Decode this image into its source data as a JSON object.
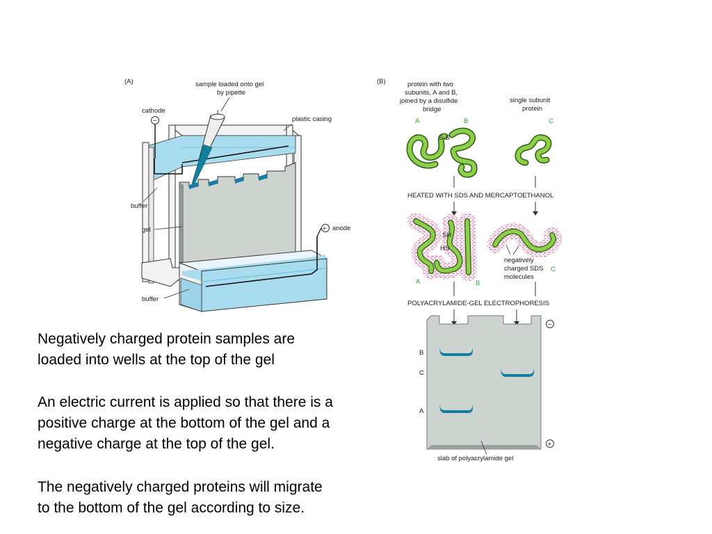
{
  "colors": {
    "buffer": "#a9dbef",
    "gel": "#cdd3cf",
    "frame": "#f2f2f2",
    "protein": "#8ccf4a",
    "band": "#127f9e",
    "sds": "#e85c9c",
    "label_green": "#2e9e3a"
  },
  "panel_a": {
    "tag": "(A)",
    "sample_label": [
      "sample loaded onto gel",
      "by pipette"
    ],
    "cathode_label": "cathode",
    "cathode_symbol": "−",
    "plastic_casing_label": "plastic casing",
    "buffer_top_label": "buffer",
    "gel_label": "gel",
    "anode_label": "anode",
    "anode_symbol": "+",
    "buffer_bottom_label": "buffer"
  },
  "panel_b": {
    "tag": "(B)",
    "two_subunit_label": [
      "protein with two",
      "subunits, A and B,",
      "joined by a disulfide",
      "bridge"
    ],
    "single_subunit_label": [
      "single subunit",
      "protein"
    ],
    "subunit_a": "A",
    "subunit_b": "B",
    "subunit_c": "C",
    "disulfide": "S-S",
    "step1": "HEATED WITH SDS AND MERCAPTOETHANOL",
    "sh": "SH",
    "hs": "HS",
    "sds_label": [
      "negatively",
      "charged SDS",
      "molecules"
    ],
    "step2": "POLYACRYLAMIDE-GEL ELECTROPHORESIS",
    "minus_symbol": "−",
    "plus_symbol": "+",
    "lane_labels": [
      "B",
      "C",
      "A"
    ],
    "slab_label": "slab of polyacrylamide gel"
  },
  "text": {
    "p1": [
      "Negatively charged protein samples are",
      "loaded into wells at the top of the gel"
    ],
    "p2": [
      "An electric current is applied so that there is a",
      "positive charge at the bottom of the gel and a",
      "negative charge at the top of the gel."
    ],
    "p3": [
      "The negatively charged proteins will migrate",
      "to the bottom of the gel according to size."
    ]
  }
}
